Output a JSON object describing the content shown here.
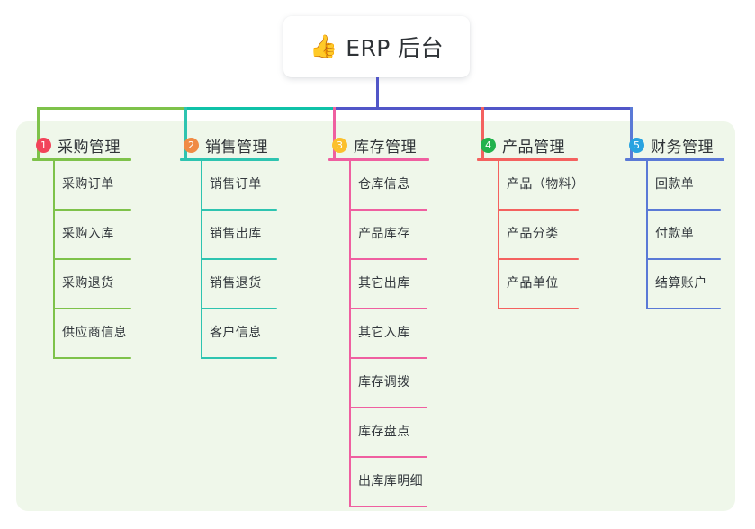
{
  "root": {
    "emoji": "👍",
    "emoji_name": "thumbs-up-emoji",
    "title": "ERP 后台"
  },
  "colors": {
    "page_background": "#ffffff",
    "panel_background": "#eff7ea",
    "root_text": "#2f3337",
    "leaf_text": "#33383d",
    "trunk_left": "#7ec24a",
    "trunk_mid": "#0fc2a8",
    "trunk_right": "#5156c8"
  },
  "columns": [
    {
      "index": "1",
      "title": "采购管理",
      "badge_color": "#f2435a",
      "line_color": "#7ec24a",
      "items": [
        "采购订单",
        "采购入库",
        "采购退货",
        "供应商信息"
      ]
    },
    {
      "index": "2",
      "title": "销售管理",
      "badge_color": "#f08b45",
      "line_color": "#2ec4b0",
      "items": [
        "销售订单",
        "销售出库",
        "销售退货",
        "客户信息"
      ]
    },
    {
      "index": "3",
      "title": "库存管理",
      "badge_color": "#fbc02d",
      "line_color": "#ef5fa0",
      "items": [
        "仓库信息",
        "产品库存",
        "其它出库",
        "其它入库",
        "库存调拨",
        "库存盘点",
        "出库库明细"
      ]
    },
    {
      "index": "4",
      "title": "产品管理",
      "badge_color": "#22b24c",
      "line_color": "#f4615f",
      "items": [
        "产品（物料）",
        "产品分类",
        "产品单位"
      ]
    },
    {
      "index": "5",
      "title": "财务管理",
      "badge_color": "#29a3e0",
      "line_color": "#5a79d6",
      "items": [
        "回款单",
        "付款单",
        "结算账户"
      ]
    }
  ]
}
